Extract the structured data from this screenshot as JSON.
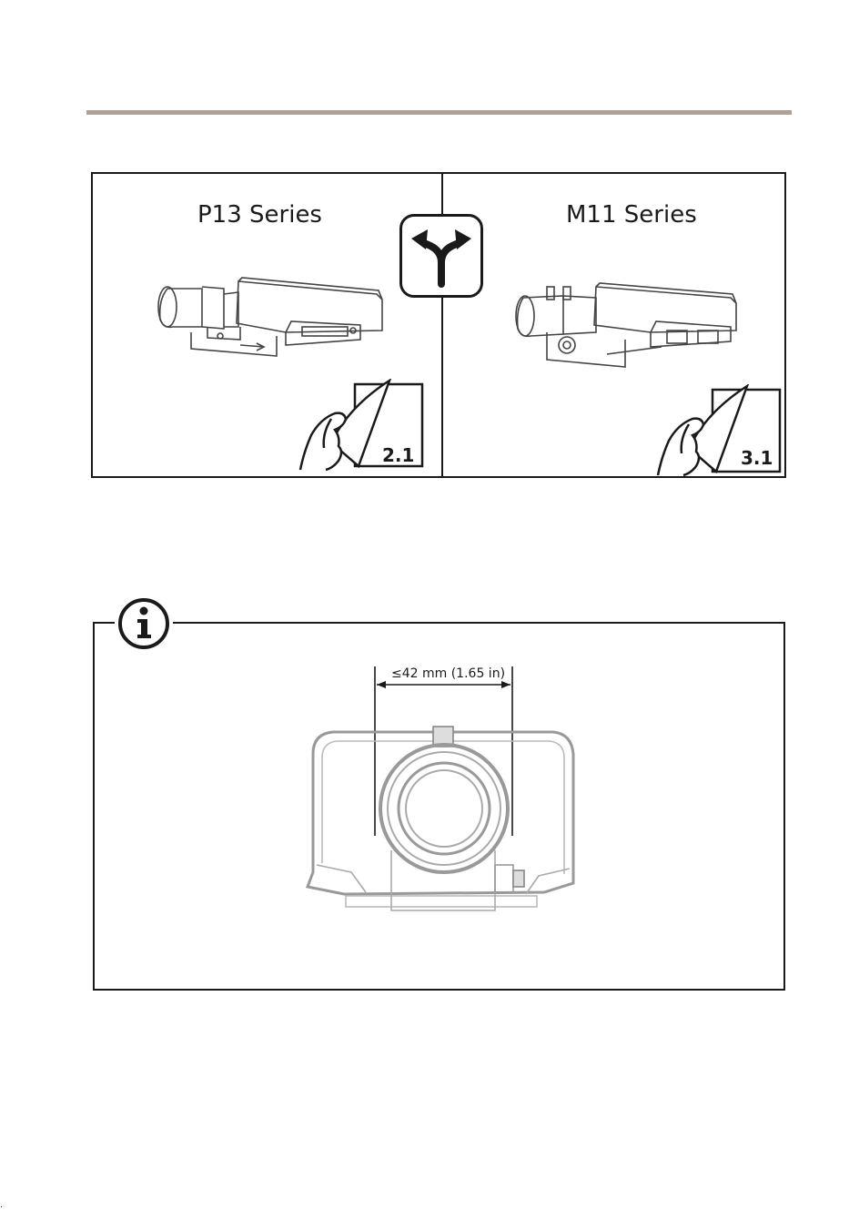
{
  "left_option": {
    "label": "P13 Series",
    "page_ref": "2.1"
  },
  "right_option": {
    "label": "M11 Series",
    "page_ref": "3.1"
  },
  "choice_icon": "branching-arrows-icon",
  "info_icon": "info-icon",
  "dimension_label": "≤42 mm (1.65 in)",
  "colors": {
    "rule": "#b0a196",
    "ink": "#1a1a1a"
  }
}
